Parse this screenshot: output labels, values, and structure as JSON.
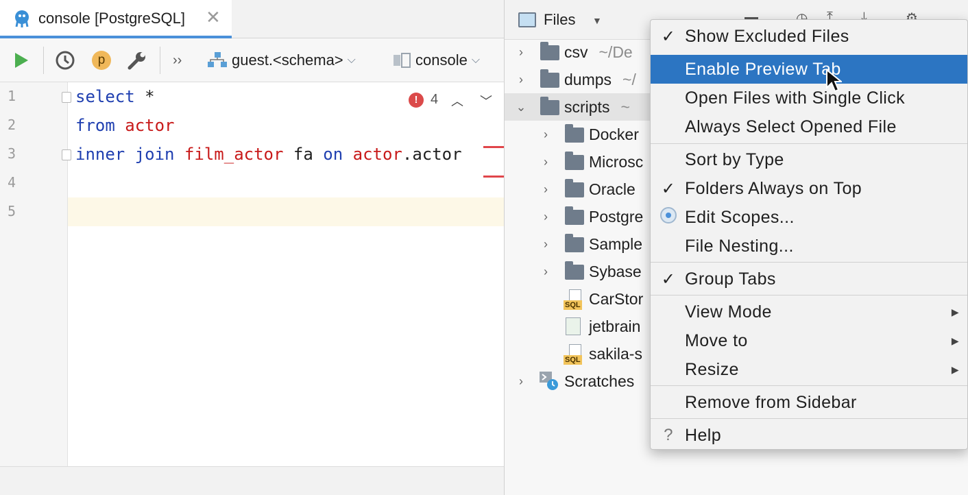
{
  "editor": {
    "tab": {
      "title": "console [PostgreSQL]",
      "close": "✕"
    },
    "toolbar": {
      "p_badge": "p",
      "more": "››",
      "schema": "guest.<schema>",
      "console": "console"
    },
    "line_numbers": [
      "1",
      "2",
      "3",
      "4",
      "5"
    ],
    "code": {
      "line1": {
        "kw1": "select",
        "rest": " *"
      },
      "line2": {
        "kw1": "from",
        "tbl": " actor"
      },
      "line3": {
        "kw1": "inner join",
        "tbl1": " film_actor",
        "alias": " fa",
        "kw2": " on",
        "tbl2": " actor",
        "rest": ".actor"
      }
    },
    "inspection": {
      "count": "4"
    }
  },
  "files_panel": {
    "title": "Files",
    "tree": [
      {
        "label": "csv",
        "path": "~/De"
      },
      {
        "label": "dumps",
        "path": "~/"
      },
      {
        "label": "scripts",
        "path": "~"
      },
      {
        "label": "Docker"
      },
      {
        "label": "Microsc"
      },
      {
        "label": "Oracle"
      },
      {
        "label": "Postgre"
      },
      {
        "label": "Sample"
      },
      {
        "label": "Sybase"
      },
      {
        "label": "CarStor"
      },
      {
        "label": "jetbrain"
      },
      {
        "label": "sakila-s"
      },
      {
        "label": "Scratches"
      }
    ],
    "sql_tag": "SQL"
  },
  "context_menu": {
    "items": [
      {
        "label": "Show Excluded Files",
        "mark": "✓"
      },
      {
        "label": "Enable Preview Tab"
      },
      {
        "label": "Open Files with Single Click"
      },
      {
        "label": "Always Select Opened File"
      },
      {
        "label": "Sort by Type"
      },
      {
        "label": "Folders Always on Top",
        "mark": "✓"
      },
      {
        "label": "Edit Scopes..."
      },
      {
        "label": "File Nesting..."
      },
      {
        "label": "Group Tabs",
        "mark": "✓"
      },
      {
        "label": "View Mode",
        "submenu": "▶"
      },
      {
        "label": "Move to",
        "submenu": "▶"
      },
      {
        "label": "Resize",
        "submenu": "▶"
      },
      {
        "label": "Remove from Sidebar"
      },
      {
        "label": "Help",
        "mark": "?"
      }
    ]
  },
  "colors": {
    "highlight": "#2c75c2",
    "keyword": "#1f3fb0",
    "table": "#c81a1a",
    "caret_row": "#fdf8e7",
    "error": "#db4a4a"
  }
}
